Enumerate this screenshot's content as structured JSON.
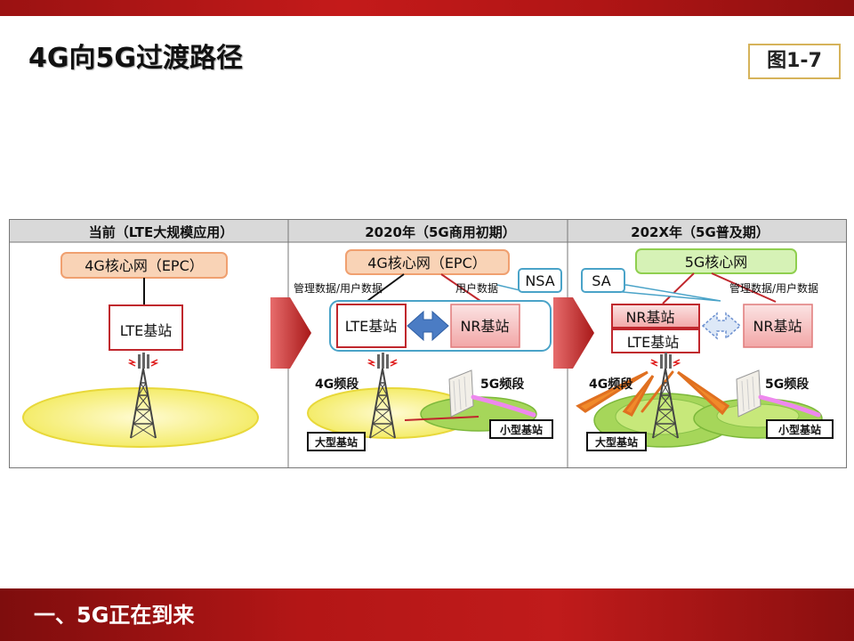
{
  "slide": {
    "title": "4G向5G过渡路径",
    "figure_label": "图1-7",
    "footer": "一、5G正在到来"
  },
  "colors": {
    "brand_red": "#b31616",
    "core_orange": "#f3b48a",
    "core_green": "#c8eea0",
    "station_red": "#c0272d"
  },
  "stages": [
    {
      "header": "当前（LTE大规模应用）",
      "core": "4G核心网（EPC）",
      "base_station": "LTE基站"
    },
    {
      "header": "2020年（5G商用初期）",
      "core": "4G核心网（EPC）",
      "mgmt_label": "管理数据/用户数据",
      "user_label": "用户数据",
      "mode": "NSA",
      "lte_station": "LTE基站",
      "nr_station": "NR基站",
      "band_4g": "4G频段",
      "band_5g": "5G频段",
      "macro": "大型基站",
      "small": "小型基站"
    },
    {
      "header": "202X年（5G普及期）",
      "core": "5G核心网",
      "mode": "SA",
      "mgmt_label": "管理数据/用户数据",
      "nr_station_a": "NR基站",
      "lte_station": "LTE基站",
      "nr_station_b": "NR基站",
      "band_4g": "4G频段",
      "band_5g": "5G频段",
      "macro": "大型基站",
      "small": "小型基站"
    }
  ]
}
